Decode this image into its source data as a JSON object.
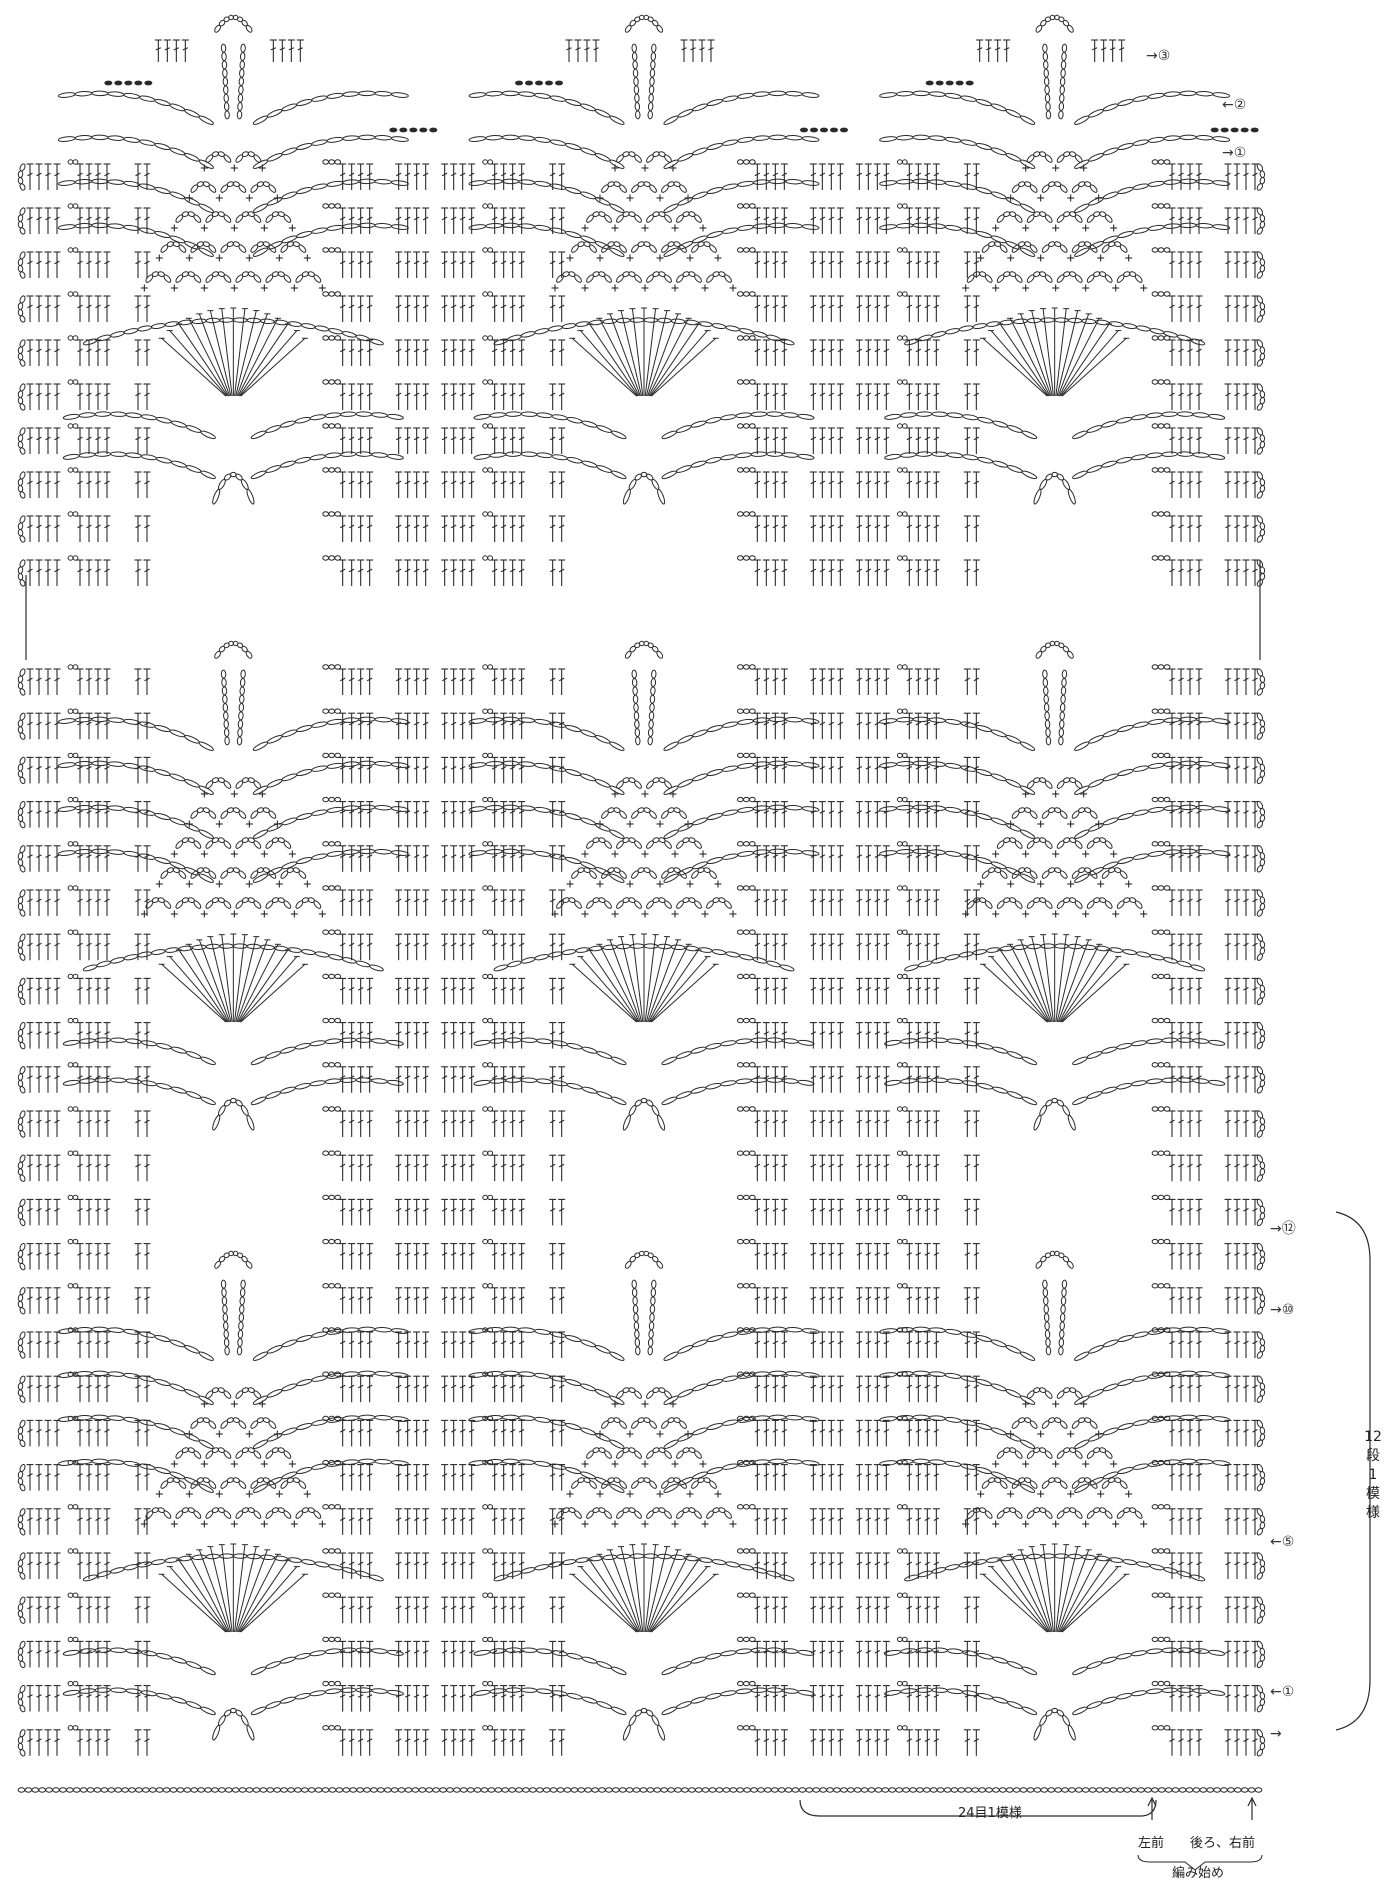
{
  "diagram": {
    "row_markers_top": [
      "→③",
      "←②",
      "→①"
    ],
    "row_markers_bottom": [
      "→⑫",
      "→⑩",
      "←⑤",
      "←①",
      "→"
    ],
    "repeat_rows_label": "12段1模様",
    "repeat_stitches_label": "24目1模様",
    "left_front_label": "左前",
    "back_right_front_label": "後ろ、右前",
    "start_label": "編み始め"
  },
  "colors": {
    "ink": "#2a2a2a",
    "paper": "#ffffff"
  },
  "motif": {
    "name": "pineapple",
    "columns": 3,
    "stitch_symbols": [
      "chain",
      "double-crochet",
      "single-crochet",
      "slip-stitch"
    ]
  }
}
